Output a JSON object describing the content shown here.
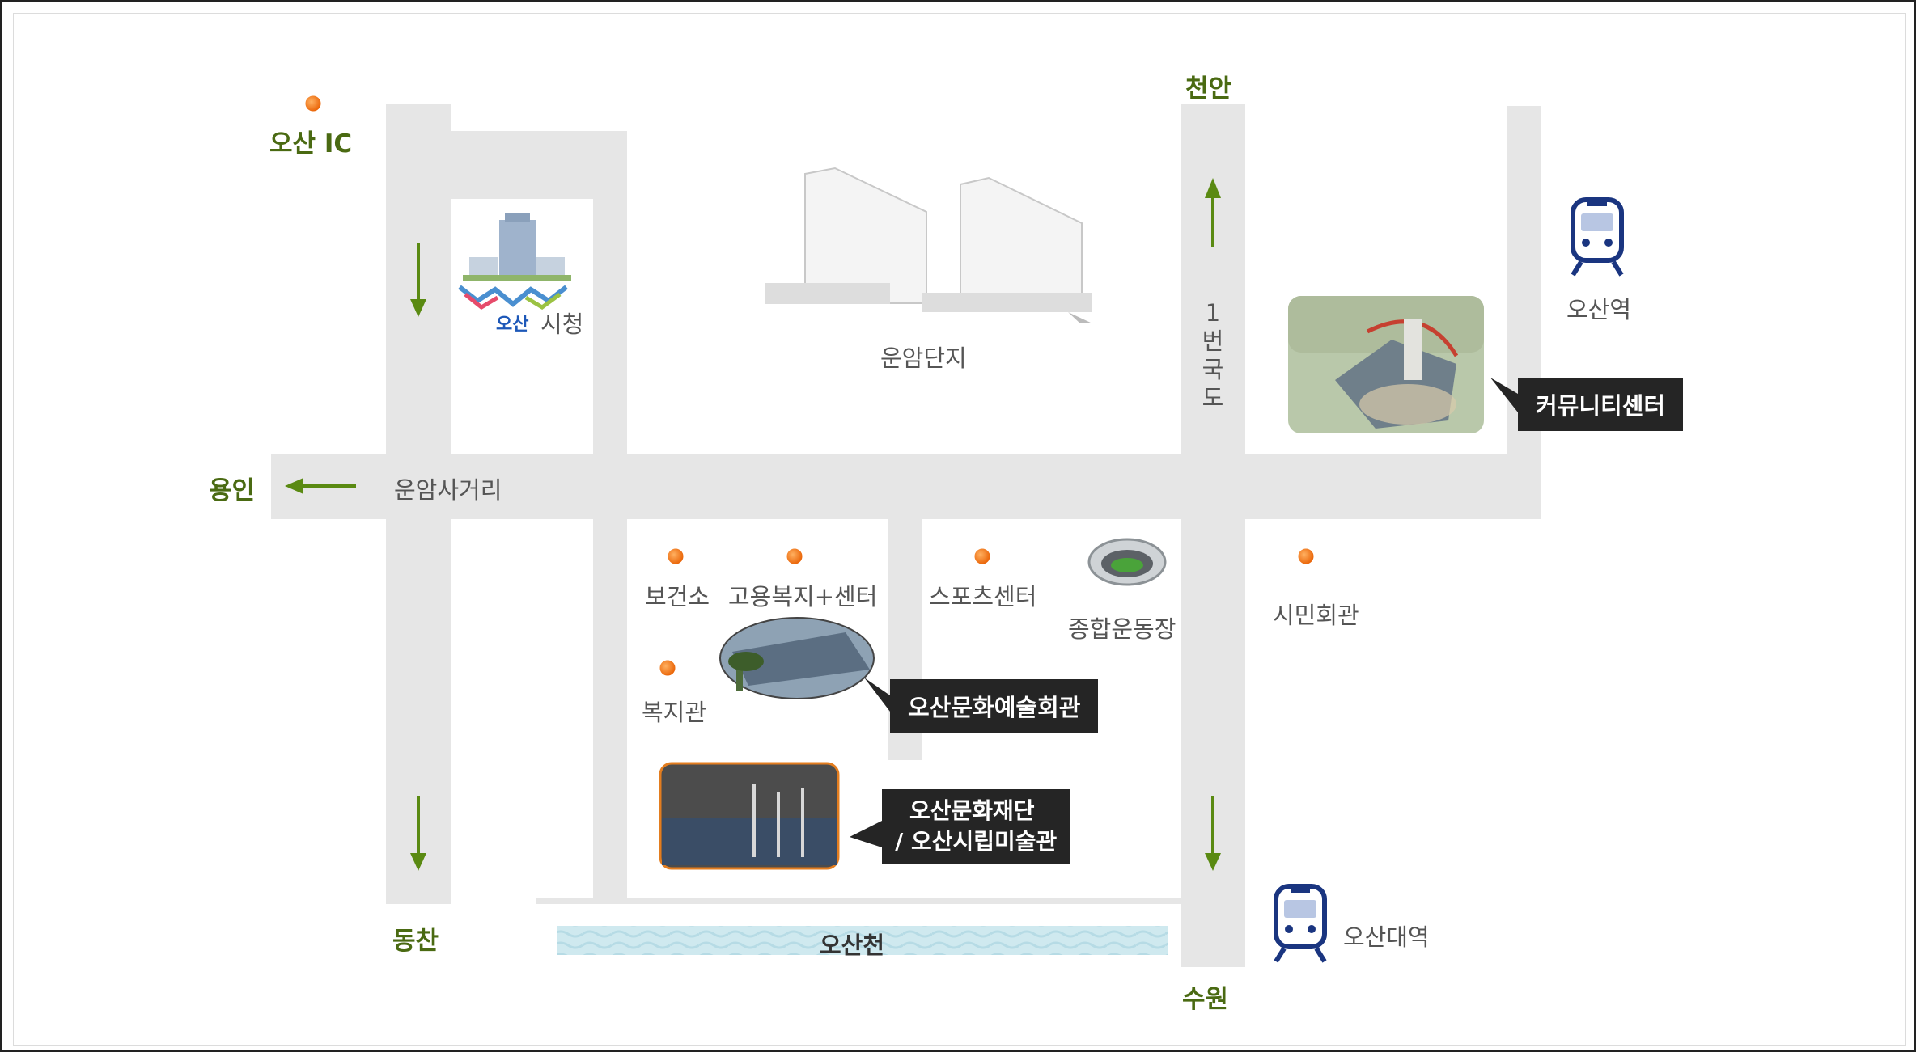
{
  "directions": {
    "cheonan": "천안",
    "suwon": "수원",
    "yongin": "용인",
    "dongtan": "동찬",
    "osan_ic": "오산 IC"
  },
  "roads": {
    "intersection": "운암사거리",
    "national_road": [
      "1",
      "번",
      "국",
      "도"
    ],
    "river": "오산천"
  },
  "places": {
    "city_hall": "시청",
    "city_hall_logo_text": "오산",
    "apartments": "운암단지",
    "health_center": "보건소",
    "employment_center": "고용복지+센터",
    "welfare_center": "복지관",
    "sports_center": "스포츠센터",
    "stadium": "종합운동장",
    "civic_hall": "시민회관"
  },
  "stations": {
    "osan_station": "오산역",
    "osan_univ_station": "오산대역"
  },
  "callouts": {
    "community_center": "커뮤니티센터",
    "arts_center": "오산문화예술회관",
    "foundation_line1": "오산문화재단",
    "foundation_line2": "/ 오산시립미술관"
  },
  "colors": {
    "road": "#e6e6e6",
    "arrow": "#5a8a12",
    "marker": "#f07010",
    "callout_bg": "#252525",
    "train": "#1a3580",
    "river": "#cde8ee"
  },
  "icons": [
    "train-icon",
    "marker-dot-icon",
    "arrow-icon",
    "stadium-icon",
    "building-icon"
  ]
}
